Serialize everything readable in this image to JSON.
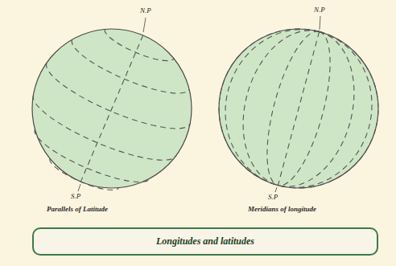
{
  "diagram": {
    "nodes": [
      {
        "text": [
          "Longitudes and latitudes"
        ]
      }
    ],
    "labels": [
      "N.P",
      "S.P",
      "Parallels of Latitude",
      "N.P",
      "S.P",
      "Meridians of longitude"
    ]
  }
}
